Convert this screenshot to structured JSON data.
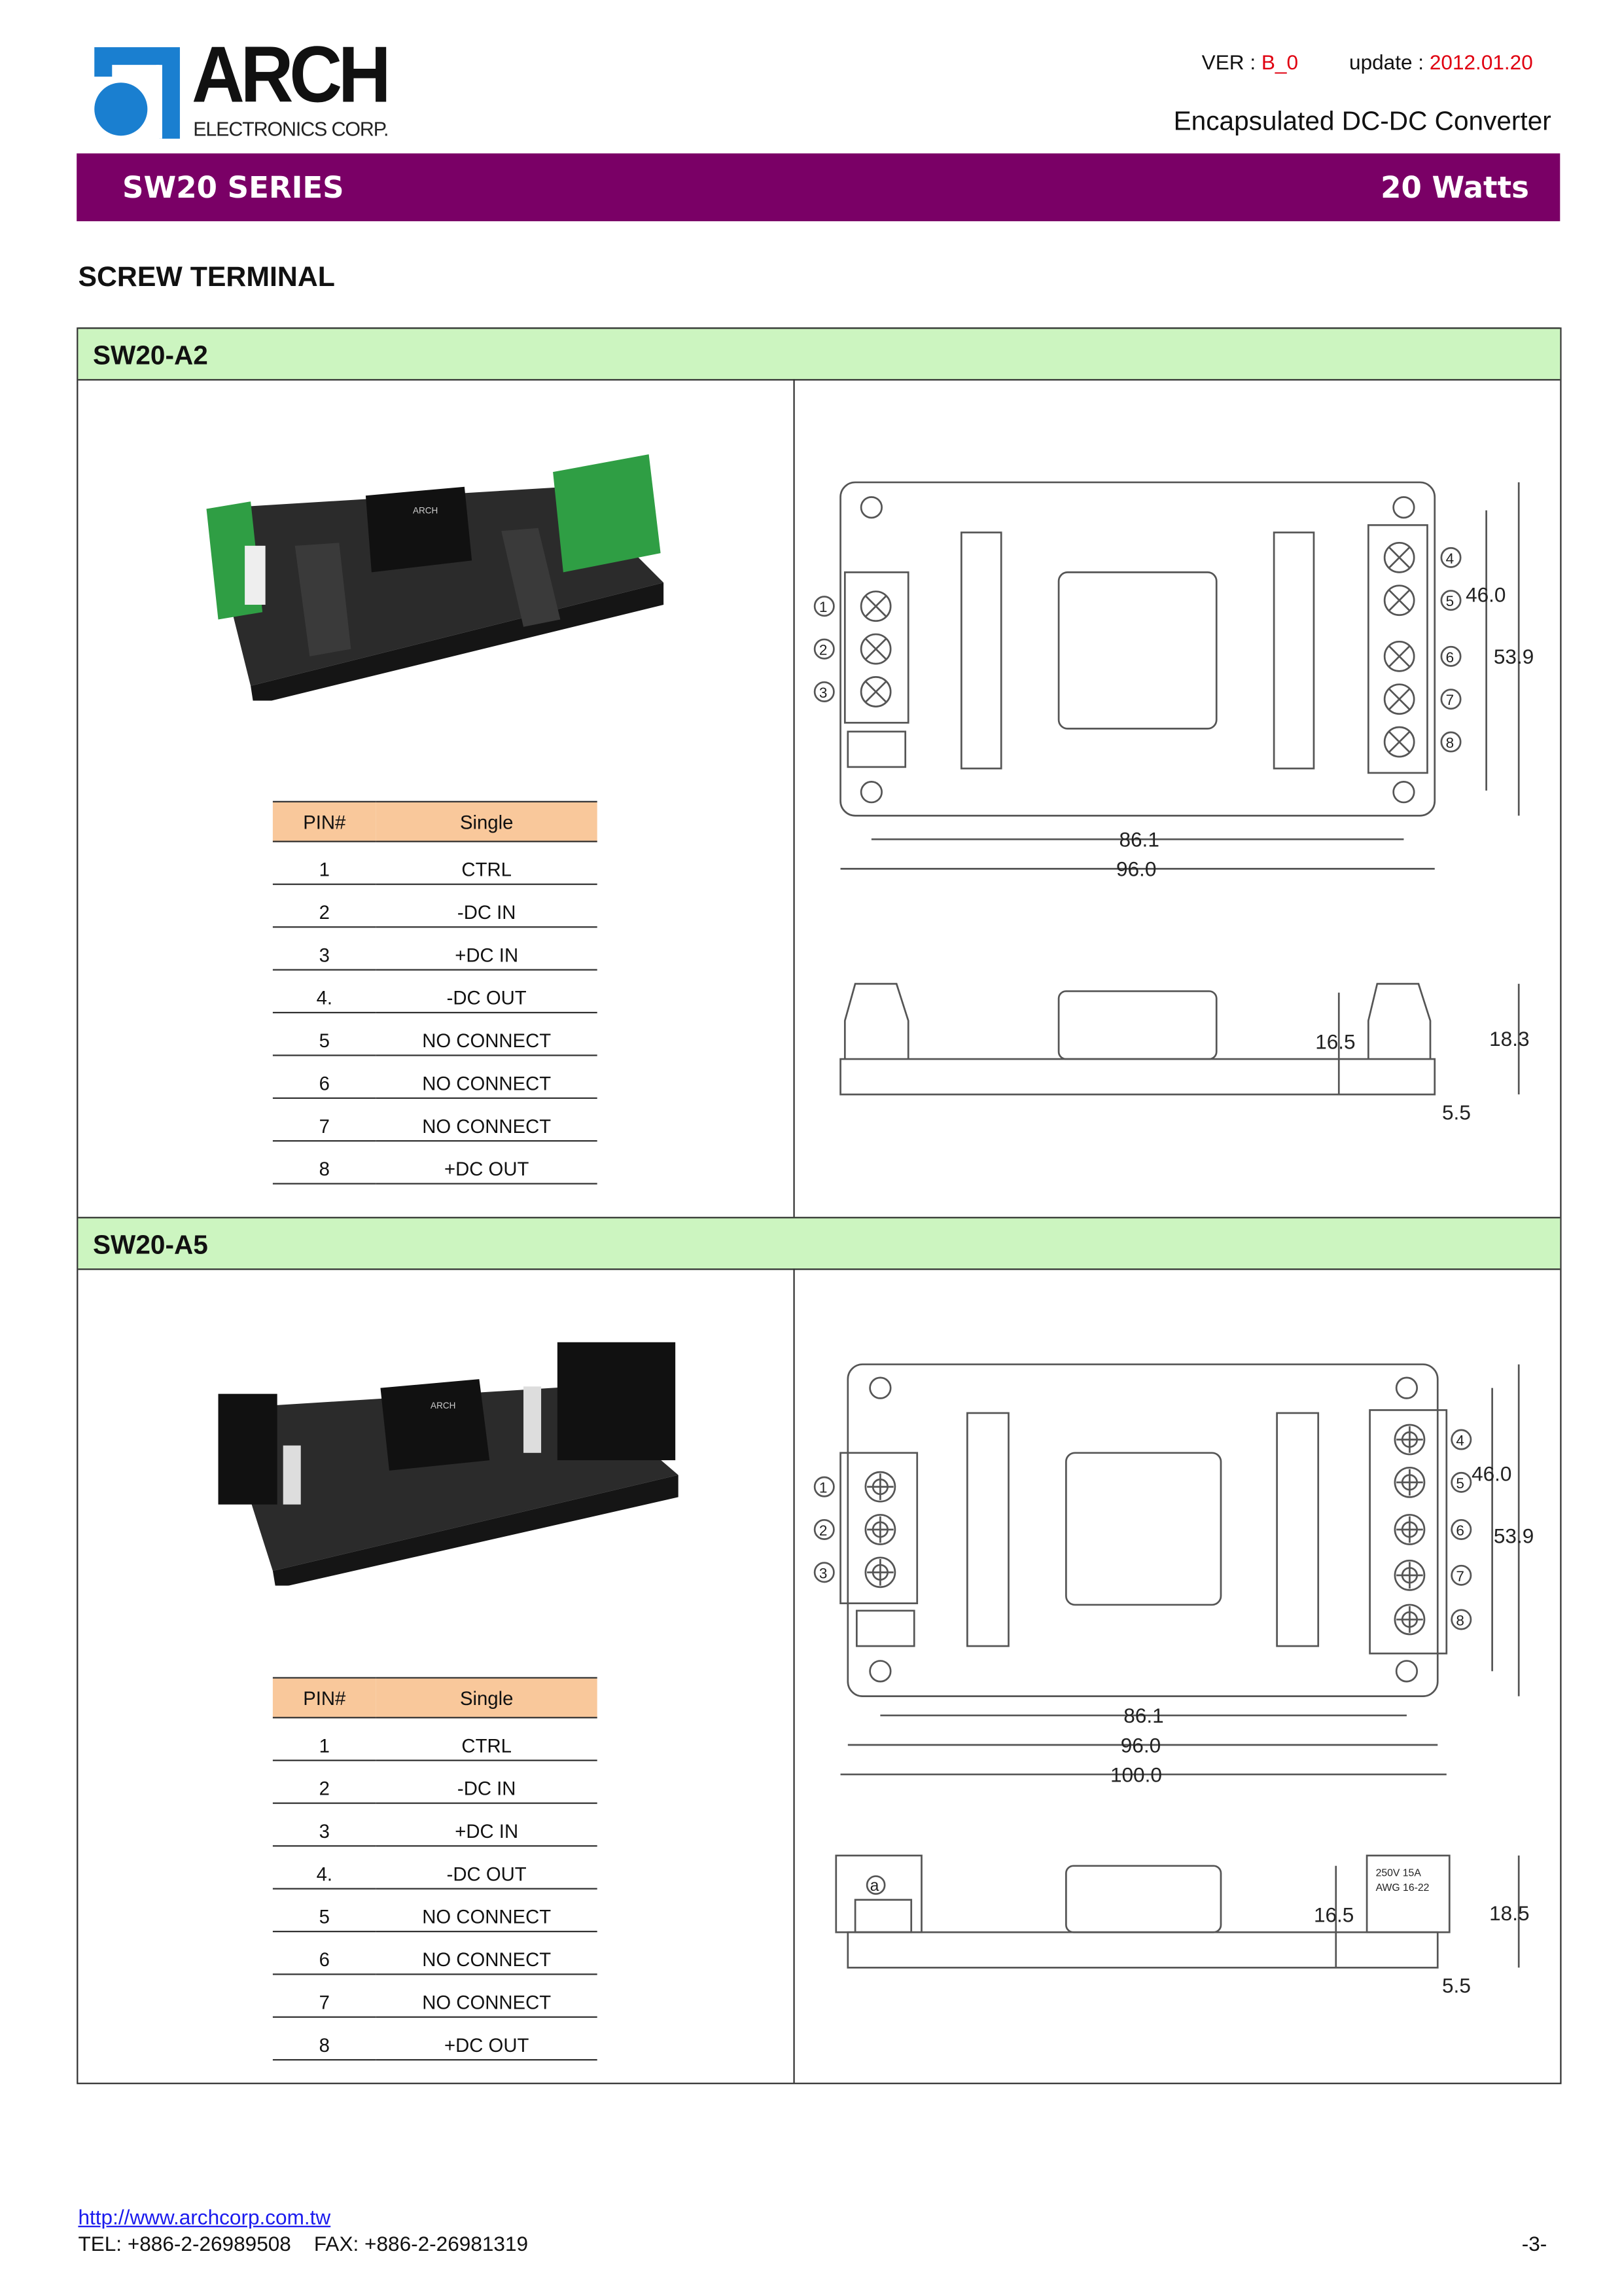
{
  "header": {
    "logo_text": "ARCH",
    "logo_sub": "ELECTRONICS CORP.",
    "ver_label": "VER : ",
    "ver_value": "B_0",
    "update_label": "update : ",
    "update_value": "2012.01.20",
    "subtitle": "Encapsulated DC-DC Converter",
    "series": "SW20 SERIES",
    "watts": "20 Watts",
    "brand_color": "#7a0066"
  },
  "section_title": "SCREW TERMINAL",
  "models": [
    {
      "name": "SW20-A2",
      "pin_table": {
        "headers": [
          "PIN#",
          "Single"
        ],
        "rows": [
          [
            "1",
            "CTRL"
          ],
          [
            "2",
            "-DC IN"
          ],
          [
            "3",
            "+DC IN"
          ],
          [
            "4.",
            "-DC OUT"
          ],
          [
            "5",
            "NO CONNECT"
          ],
          [
            "6",
            "NO CONNECT"
          ],
          [
            "7",
            "NO CONNECT"
          ],
          [
            "8",
            "+DC OUT"
          ]
        ]
      },
      "drawing": {
        "pins": [
          "1",
          "2",
          "3",
          "4",
          "5",
          "6",
          "7",
          "8"
        ],
        "dims": {
          "d46": "46.0",
          "d539": "53.9",
          "d861": "86.1",
          "d960": "96.0",
          "d165": "16.5",
          "dh": "18.3",
          "d55": "5.5"
        }
      }
    },
    {
      "name": "SW20-A5",
      "pin_table": {
        "headers": [
          "PIN#",
          "Single"
        ],
        "rows": [
          [
            "1",
            "CTRL"
          ],
          [
            "2",
            "-DC IN"
          ],
          [
            "3",
            "+DC IN"
          ],
          [
            "4.",
            "-DC OUT"
          ],
          [
            "5",
            "NO CONNECT"
          ],
          [
            "6",
            "NO CONNECT"
          ],
          [
            "7",
            "NO CONNECT"
          ],
          [
            "8",
            "+DC OUT"
          ]
        ]
      },
      "drawing": {
        "pins": [
          "1",
          "2",
          "3",
          "4",
          "5",
          "6",
          "7",
          "8"
        ],
        "dims": {
          "d46": "46.0",
          "d539": "53.9",
          "d861": "86.1",
          "d960": "96.0",
          "d1000": "100.0",
          "d165": "16.5",
          "dh": "18.5",
          "d55": "5.5"
        },
        "terminal_rating": "250V  15A",
        "terminal_awg": "AWG 16-22",
        "side_mark": "a"
      }
    }
  ],
  "footer": {
    "url": "http://www.archcorp.com.tw",
    "tel": "TEL: +886-2-26989508    FAX: +886-2-26981319",
    "page": "-3-"
  }
}
